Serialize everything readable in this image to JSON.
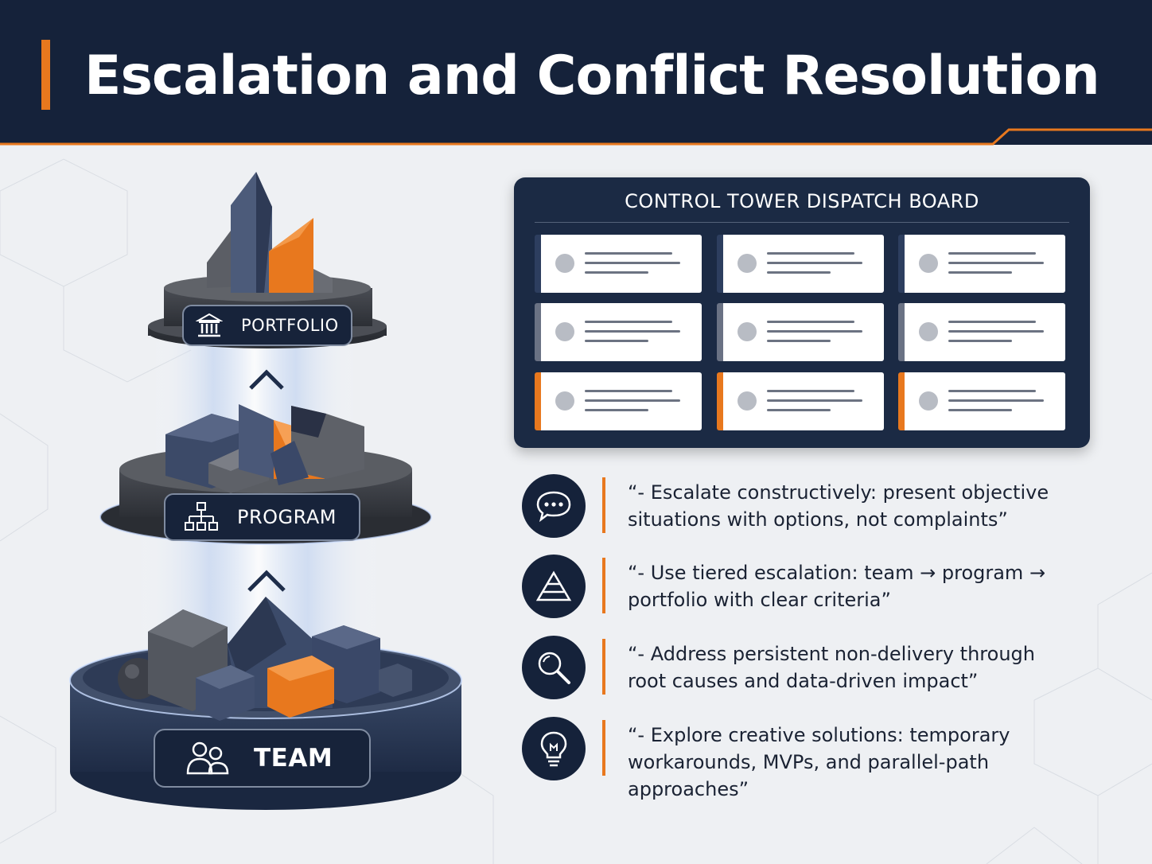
{
  "header": {
    "title": "Escalation and Conflict Resolution"
  },
  "tower": {
    "tiers": [
      {
        "label": "PORTFOLIO",
        "icon": "institution-icon"
      },
      {
        "label": "PROGRAM",
        "icon": "org-chart-icon"
      },
      {
        "label": "TEAM",
        "icon": "people-icon"
      }
    ],
    "arrow_icon": "chevron-up-icon"
  },
  "board": {
    "title": "CONTROL TOWER DISPATCH BOARD",
    "card_accents": [
      "navy",
      "navy",
      "navy",
      "grey",
      "grey",
      "grey",
      "orange",
      "orange",
      "orange"
    ]
  },
  "bullets": [
    {
      "icon": "chat-bubble-icon",
      "text": "“- Escalate constructively: present objective\n  situations with options, not complaints”"
    },
    {
      "icon": "pyramid-icon",
      "text": "“- Use tiered escalation: team → program →\n  portfolio with clear criteria”"
    },
    {
      "icon": "magnifier-icon",
      "text": "“- Address persistent non-delivery through\n  root causes and data-driven impact”"
    },
    {
      "icon": "lightbulb-icon",
      "text": "“- Explore creative solutions: temporary\n  workarounds, MVPs, and parallel-path\n  approaches”"
    }
  ],
  "colors": {
    "navy": "#15223a",
    "orange": "#e8781e",
    "board": "#1b2a44",
    "background": "#eef0f3"
  }
}
